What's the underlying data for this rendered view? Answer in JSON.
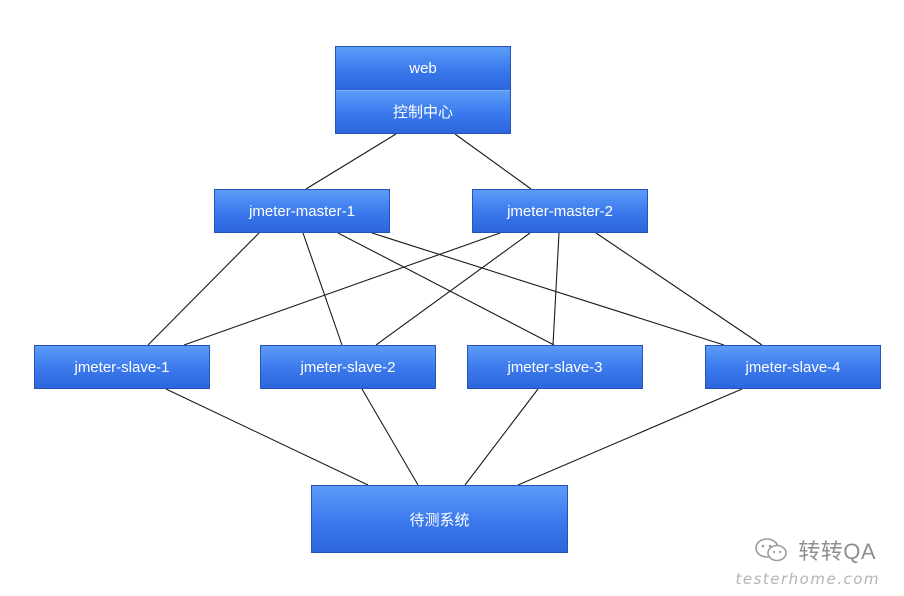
{
  "nodes": {
    "web_control": {
      "top_label": "web",
      "bottom_label": "控制中心"
    },
    "master_1": "jmeter-master-1",
    "master_2": "jmeter-master-2",
    "slave_1": "jmeter-slave-1",
    "slave_2": "jmeter-slave-2",
    "slave_3": "jmeter-slave-3",
    "slave_4": "jmeter-slave-4",
    "system_under_test": "待测系统"
  },
  "connections": [
    [
      "web_control",
      "master_1"
    ],
    [
      "web_control",
      "master_2"
    ],
    [
      "master_1",
      "slave_1"
    ],
    [
      "master_1",
      "slave_2"
    ],
    [
      "master_1",
      "slave_3"
    ],
    [
      "master_1",
      "slave_4"
    ],
    [
      "master_2",
      "slave_1"
    ],
    [
      "master_2",
      "slave_2"
    ],
    [
      "master_2",
      "slave_3"
    ],
    [
      "master_2",
      "slave_4"
    ],
    [
      "slave_1",
      "system_under_test"
    ],
    [
      "slave_2",
      "system_under_test"
    ],
    [
      "slave_3",
      "system_under_test"
    ],
    [
      "slave_4",
      "system_under_test"
    ]
  ],
  "watermark": {
    "icon": "wechat-icon",
    "account": "转转QA",
    "site": "testerhome.com"
  },
  "colors": {
    "node_fill": "#3a78ec",
    "node_border": "#2553b8",
    "line": "#1a1a1a"
  }
}
